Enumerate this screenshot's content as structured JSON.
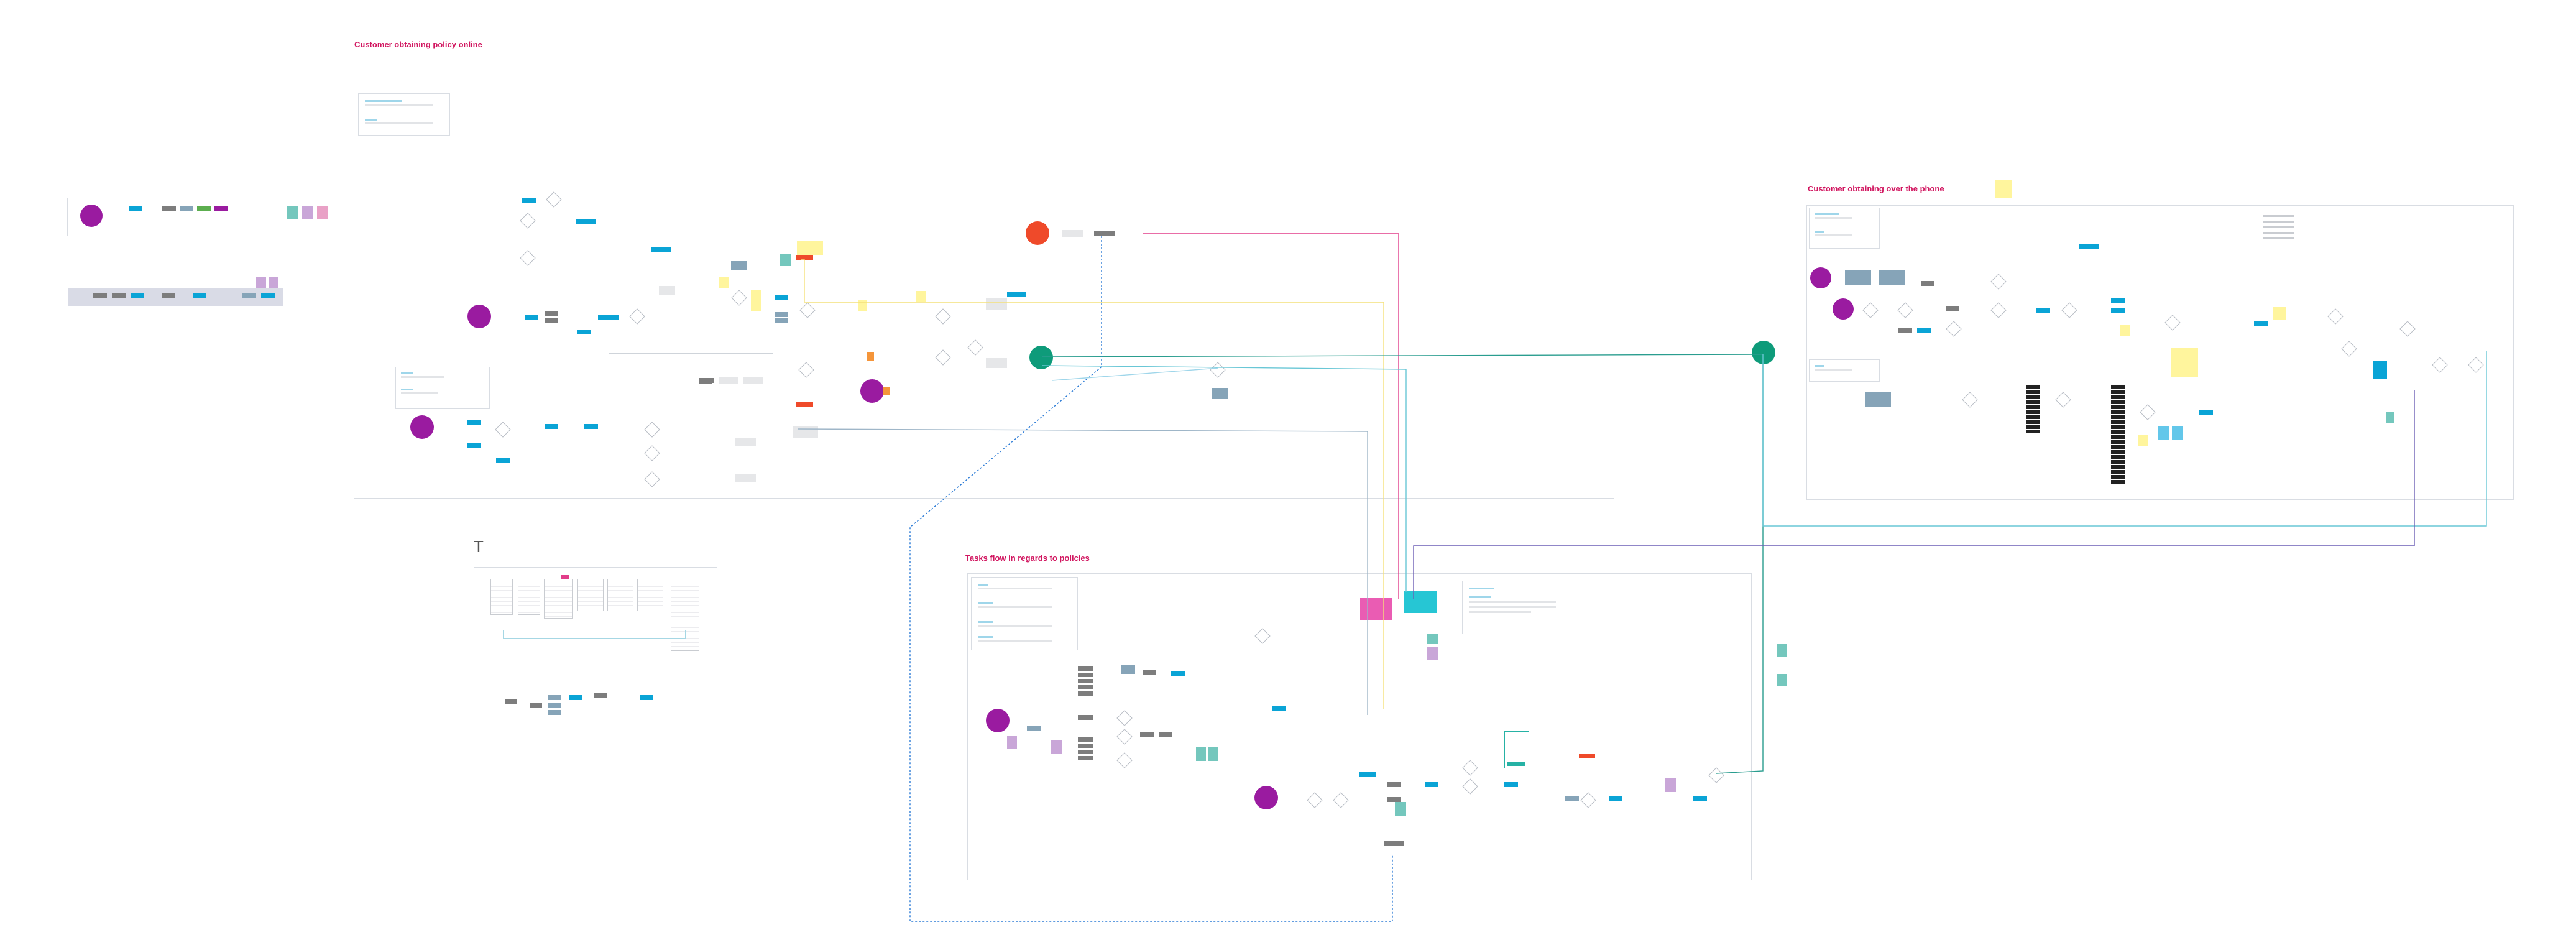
{
  "frames": {
    "online": {
      "title": "Customer obtaining policy online"
    },
    "phone": {
      "title": "Customer obtaining over the phone"
    },
    "tasks": {
      "title": "Tasks flow in regards to policies"
    }
  },
  "misc": {
    "text_tool_glyph": "T"
  },
  "colors": {
    "title": "#d1155f",
    "start": "#9a1ba0",
    "end": "#ef4a2a",
    "teal_node": "#0e9b7a",
    "blue_node": "#0aa4d6",
    "gray_node": "#7d7d7d",
    "steel_node": "#86a4b8",
    "sticky": "#fff59d",
    "magenta_conn": "#e23d8a",
    "yellow_conn": "#f4e07a",
    "green_conn": "#2a9d8f",
    "cyan_conn": "#69c7d6",
    "purple_conn": "#6c5fb5",
    "blue_dashed_conn": "#2b7bd6"
  }
}
